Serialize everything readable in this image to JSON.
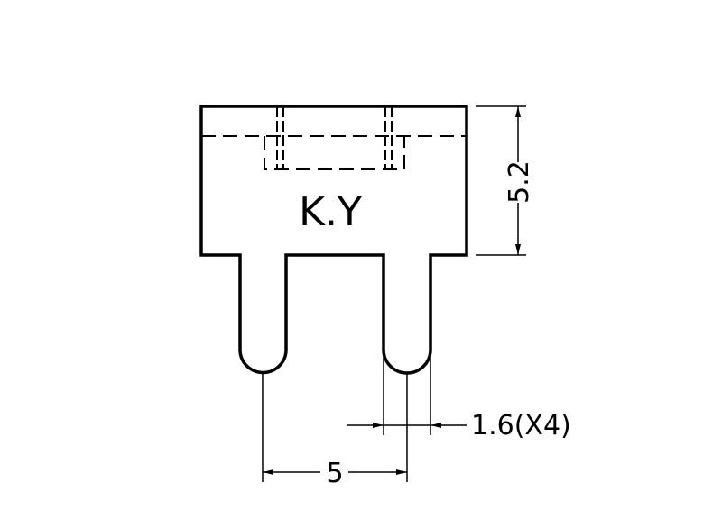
{
  "part_label": "K.Y",
  "dimensions": {
    "height": "5.2",
    "pin_width": "1.6(X4)",
    "pin_pitch": "5"
  },
  "colors": {
    "line": "#000000",
    "background": "#ffffff"
  }
}
